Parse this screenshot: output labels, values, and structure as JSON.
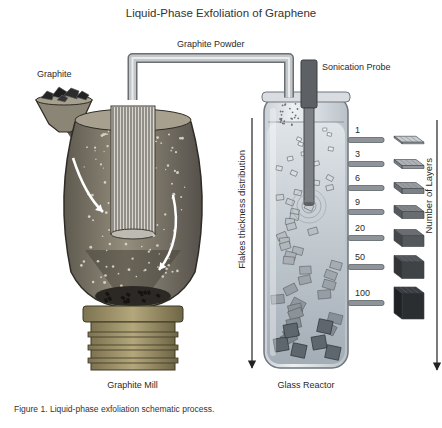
{
  "diagram": {
    "title": "Liquid-Phase Exfoliation of Graphene",
    "caption": "Figure 1. Liquid-phase exfoliation schematic process.",
    "nodes": [
      {
        "text": [
          "Graphite"
        ]
      },
      {
        "text": [
          "Graphite Mill"
        ]
      },
      {
        "text": [
          "Glass Reactor"
        ]
      },
      {
        "text": [
          "Sonication Probe"
        ]
      }
    ],
    "edges": [
      {
        "from": 1,
        "to": 2,
        "label": "Graphite Powder",
        "arrow": "none"
      }
    ],
    "labels": [
      "1",
      "3",
      "6",
      "9",
      "20",
      "50",
      "100",
      "Flakes thickness distribution",
      "Number of Layers"
    ]
  }
}
